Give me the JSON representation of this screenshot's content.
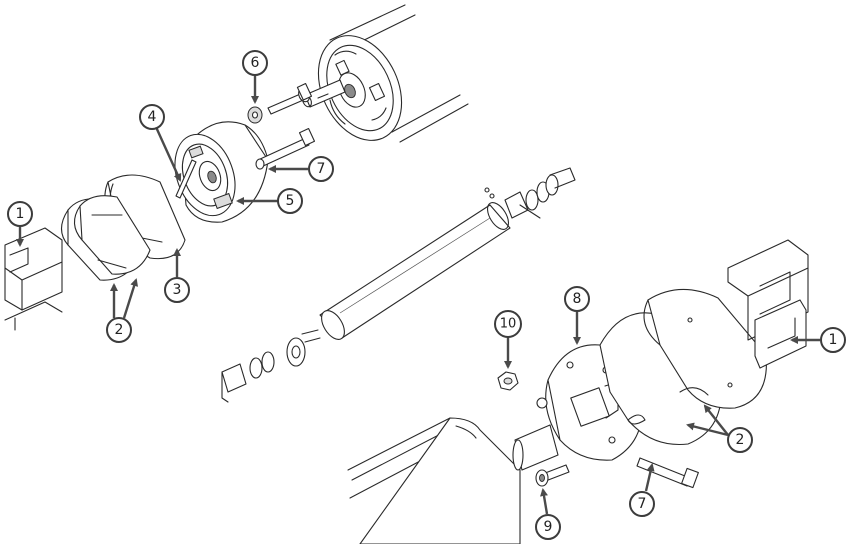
{
  "callouts": {
    "c1_left": "1",
    "c2_left": "2",
    "c3": "3",
    "c4": "4",
    "c5": "5",
    "c6": "6",
    "c7_top": "7",
    "c1_right": "1",
    "c2_right": "2",
    "c7_bottom": "7",
    "c8": "8",
    "c9": "9",
    "c10": "10"
  },
  "colors": {
    "line": "#2a2a2a",
    "callout_stroke": "#3c3c3c",
    "arrow": "#4a4a4a",
    "background": "#ffffff"
  }
}
